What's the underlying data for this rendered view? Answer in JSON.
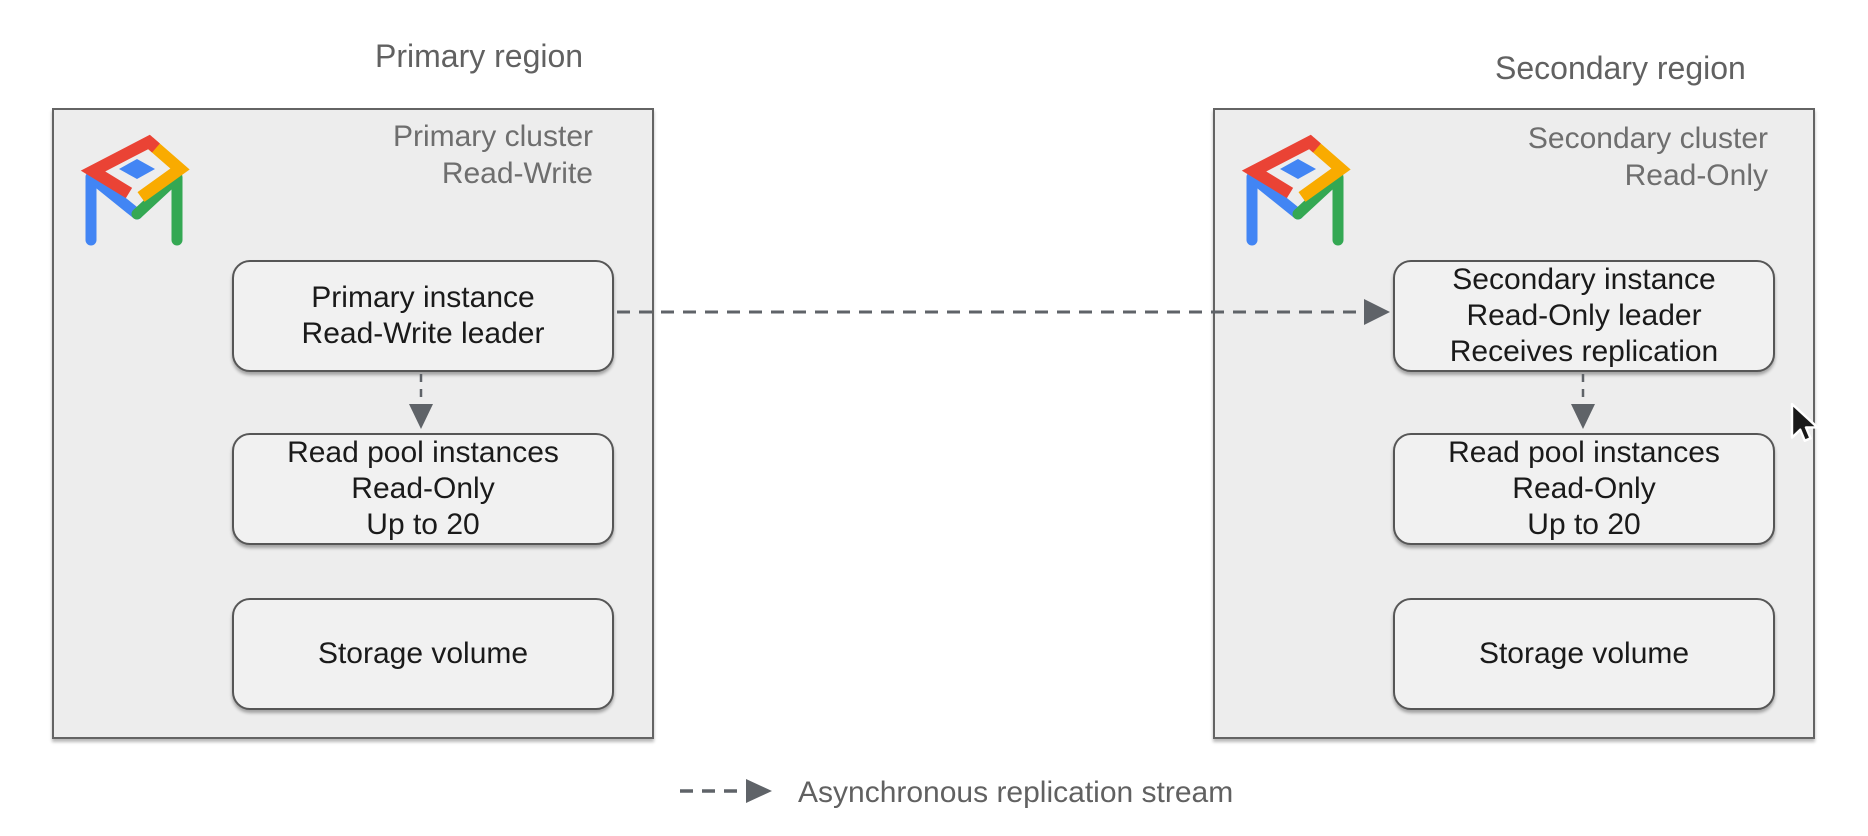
{
  "regions": {
    "primary": {
      "label": "Primary region",
      "cluster": {
        "title_line1": "Primary cluster",
        "title_line2": "Read-Write",
        "instance": {
          "line1": "Primary instance",
          "line2": "Read-Write leader"
        },
        "read_pool": {
          "line1": "Read pool instances",
          "line2": "Read-Only",
          "line3": "Up to 20"
        },
        "storage": {
          "label": "Storage volume"
        }
      }
    },
    "secondary": {
      "label": "Secondary region",
      "cluster": {
        "title_line1": "Secondary cluster",
        "title_line2": "Read-Only",
        "instance": {
          "line1": "Secondary instance",
          "line2": "Read-Only leader",
          "line3": "Receives replication"
        },
        "read_pool": {
          "line1": "Read pool instances",
          "line2": "Read-Only",
          "line3": "Up to 20"
        },
        "storage": {
          "label": "Storage volume"
        }
      }
    }
  },
  "legend": {
    "label": "Asynchronous replication stream"
  },
  "icons": {
    "cluster_logo": "alloydb-logo",
    "cursor": "mouse-pointer"
  },
  "colors": {
    "logo_red": "#EA4335",
    "logo_yellow": "#F9AB00",
    "logo_green": "#34A853",
    "logo_blue": "#4285F4",
    "cluster_fill": "#EDEDED",
    "node_fill": "#F1F1F1",
    "border_gray": "#565656",
    "arrow_gray": "#5F6368",
    "text_dark": "#1A1A1A",
    "text_gray": "#616161"
  }
}
